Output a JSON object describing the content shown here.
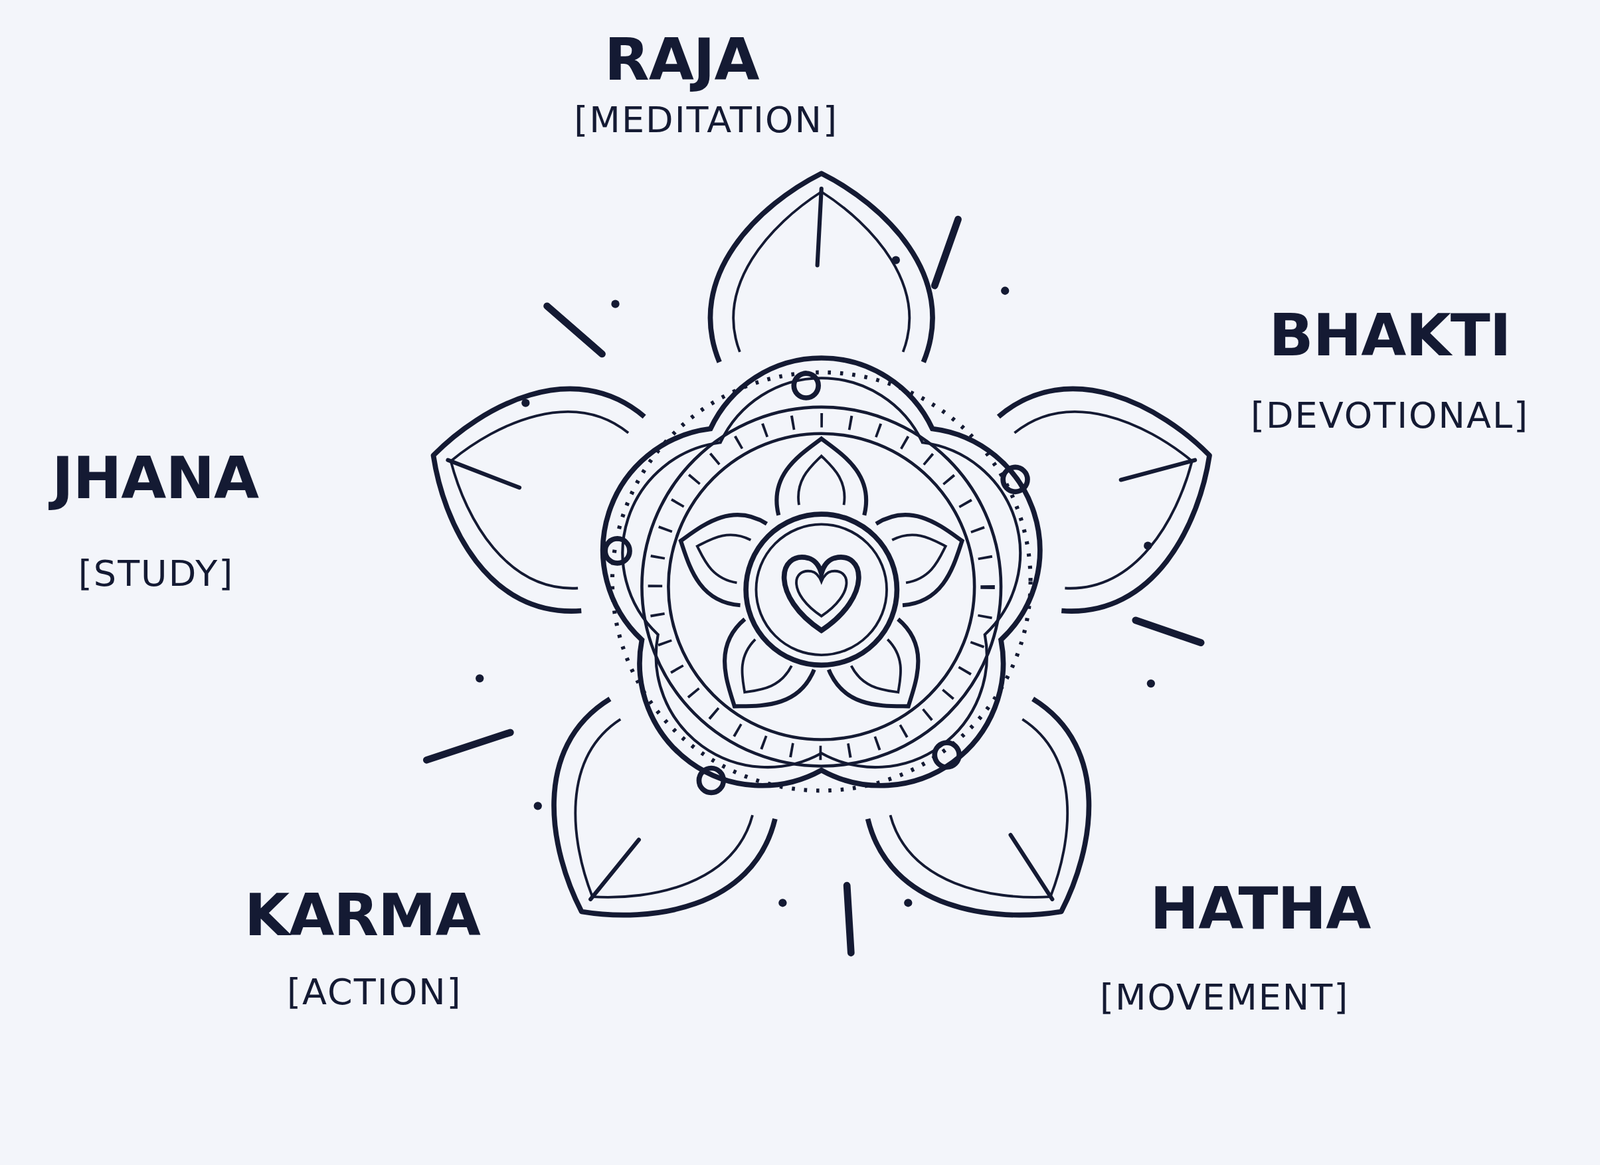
{
  "diagram": {
    "labels": [
      "RAJA",
      "[MEDITATION]",
      "BHAKTI",
      "[DEVOTIONAL]",
      "JHANA",
      "[STUDY]",
      "KARMA",
      "[ACTION]",
      "HATHA",
      "[MOVEMENT]"
    ]
  }
}
